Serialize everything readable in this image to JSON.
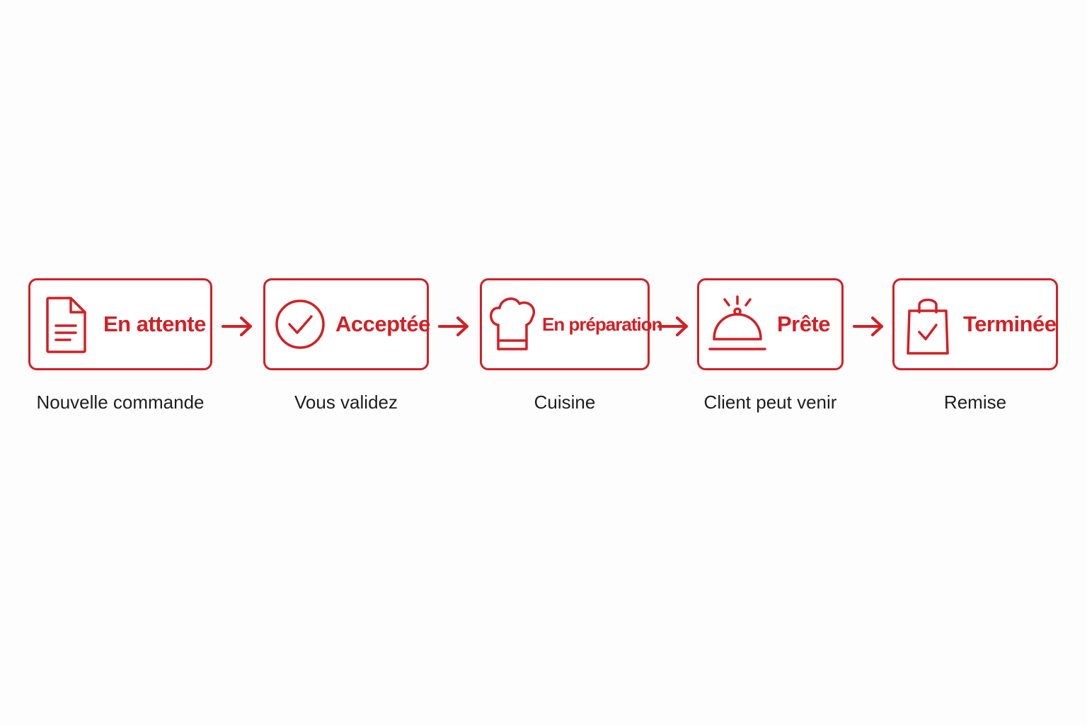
{
  "accent_color": "#d41f24",
  "steps": [
    {
      "status": "En attente",
      "caption": "Nouvelle commande",
      "icon": "document-icon"
    },
    {
      "status": "Acceptée",
      "caption": "Vous validez",
      "icon": "check-circle-icon"
    },
    {
      "status": "En préparation",
      "caption": "Cuisine",
      "icon": "chef-hat-icon"
    },
    {
      "status": "Prête",
      "caption": "Client peut venir",
      "icon": "cloche-icon"
    },
    {
      "status": "Terminée",
      "caption": "Remise",
      "icon": "shopping-bag-check-icon"
    }
  ],
  "connectors": [
    "arrow-right-icon",
    "arrow-right-icon",
    "arrow-right-icon",
    "arrow-right-icon"
  ]
}
